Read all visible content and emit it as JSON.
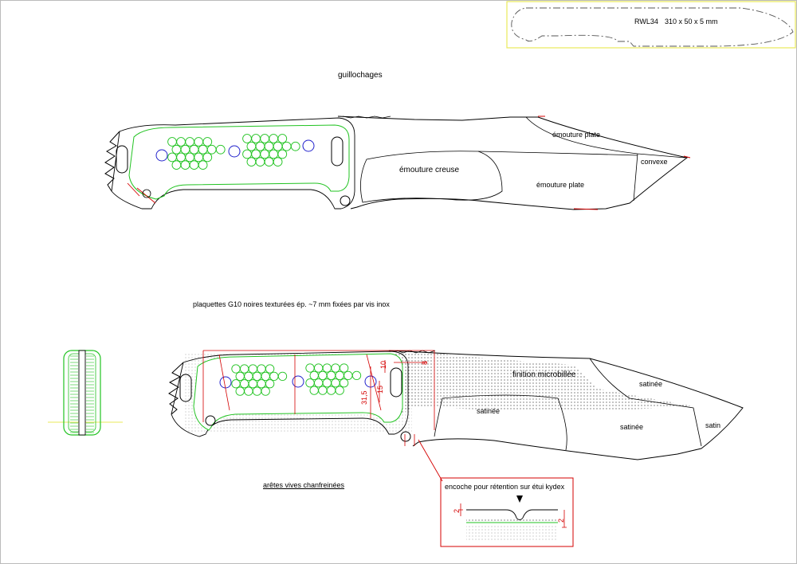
{
  "spec_box": {
    "code": "RWL34",
    "dimensions": "310 x 50 x 5 mm"
  },
  "top_view": {
    "caption": "guillochages",
    "zones": {
      "flat_top": "émouture plate",
      "convex": "convexe",
      "hollow": "émouture creuse",
      "flat_bottom": "émouture plate"
    }
  },
  "bottom_view": {
    "caption": "plaquettes G10 noires texturées ép. ~7 mm fixées par vis inox",
    "finish": {
      "micro_bead": "finition microbillée",
      "satin_top": "satinée",
      "satin_mid": "satinée",
      "satin_bottom": "satinée",
      "satin_tip": "satin"
    },
    "dims": {
      "d1": "31,5",
      "d2": "15",
      "d3": "10",
      "d4": "8"
    },
    "edges_note": "arêtes vives chanfreinées"
  },
  "detail": {
    "title": "encoche pour rétention sur étui kydex",
    "dim_a": "2",
    "dim_b": "2"
  },
  "colors": {
    "handle_outline": "#22c322",
    "dimension": "#d40000",
    "spec_border": "#e8e85a",
    "blade": "#000000"
  }
}
